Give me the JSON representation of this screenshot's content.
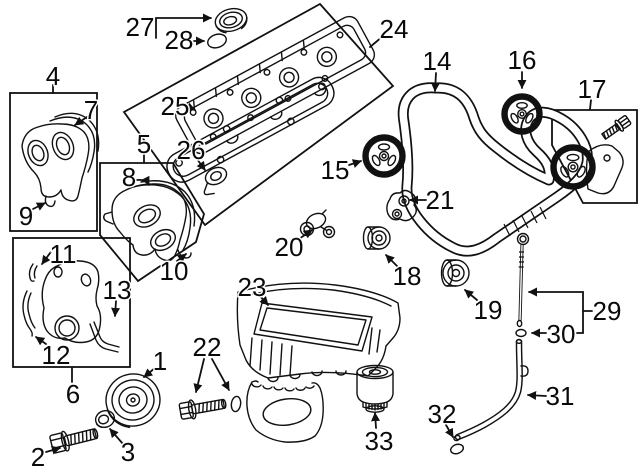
{
  "diagram": {
    "kind": "exploded-engine-parts-diagram",
    "subject": "engine timing covers, valve cover, timing belt, sprockets, oil pan, dipstick and oil filter",
    "colors": {
      "line": "#111111",
      "background": "#ffffff"
    },
    "callouts": [
      "1",
      "2",
      "3",
      "4",
      "5",
      "6",
      "7",
      "8",
      "9",
      "10",
      "11",
      "12",
      "13",
      "14",
      "15",
      "16",
      "17",
      "18",
      "19",
      "20",
      "21",
      "22",
      "23",
      "24",
      "25",
      "26",
      "27",
      "28",
      "29",
      "30",
      "31",
      "32",
      "33"
    ]
  }
}
